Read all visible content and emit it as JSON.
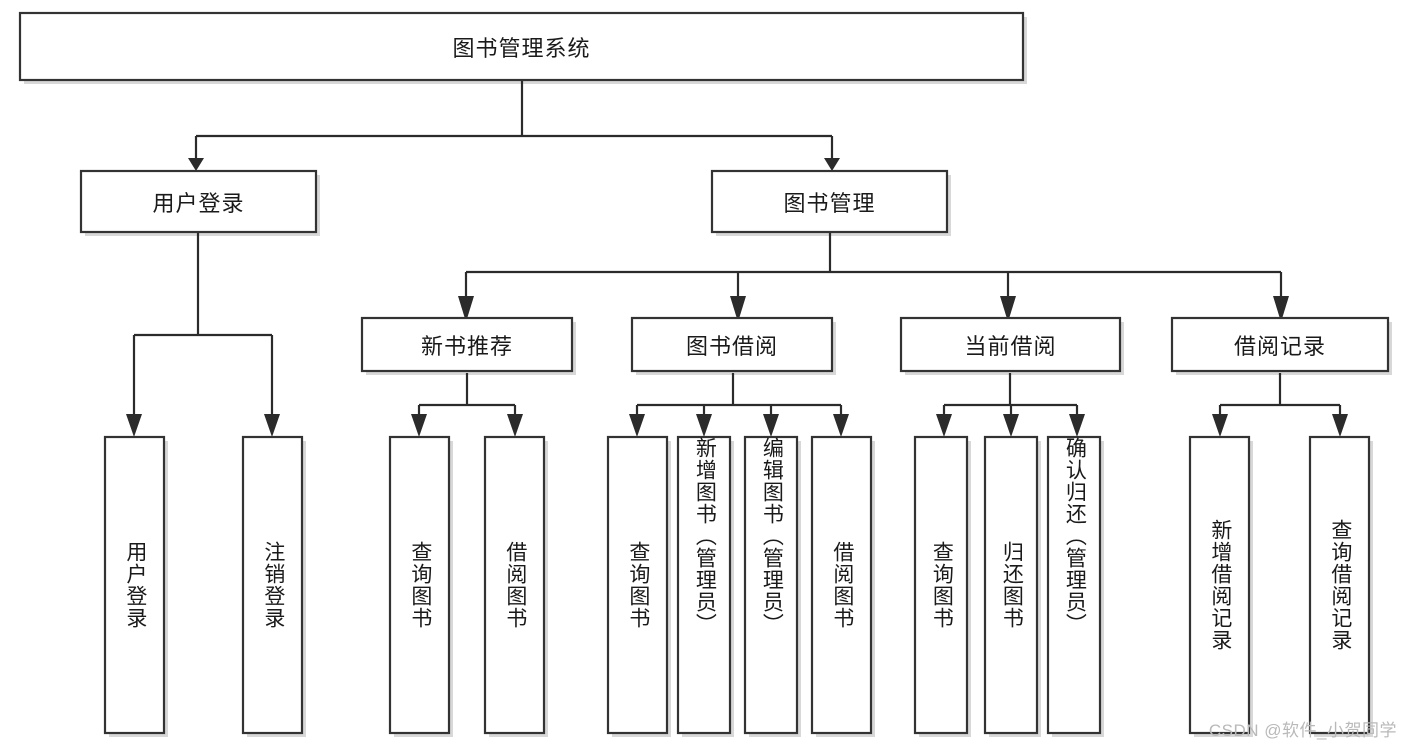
{
  "diagram": {
    "type": "tree-hierarchy",
    "title_node": "图书管理系统",
    "orientation": "top-down",
    "colors": {
      "box_stroke": "#333333",
      "box_fill": "#ffffff",
      "line": "#2b2b2b",
      "text": "#1a1a1a",
      "background": "#ffffff",
      "watermark": "#b9b9b9"
    },
    "levels": {
      "root": {
        "label": "图书管理系统"
      },
      "level2": [
        {
          "label": "用户登录"
        },
        {
          "label": "图书管理"
        }
      ],
      "level3": [
        {
          "label": "新书推荐"
        },
        {
          "label": "图书借阅"
        },
        {
          "label": "当前借阅"
        },
        {
          "label": "借阅记录"
        }
      ],
      "leaves": [
        {
          "label": "用户登录",
          "parent": "用户登录"
        },
        {
          "label": "注销登录",
          "parent": "用户登录"
        },
        {
          "label": "查询图书",
          "parent": "新书推荐"
        },
        {
          "label": "借阅图书",
          "parent": "新书推荐"
        },
        {
          "label": "查询图书",
          "parent": "图书借阅"
        },
        {
          "label": "新增图书（管理员）",
          "parent": "图书借阅"
        },
        {
          "label": "编辑图书（管理员）",
          "parent": "图书借阅"
        },
        {
          "label": "借阅图书",
          "parent": "图书借阅"
        },
        {
          "label": "查询图书",
          "parent": "当前借阅"
        },
        {
          "label": "归还图书",
          "parent": "当前借阅"
        },
        {
          "label": "确认归还（管理员）",
          "parent": "当前借阅"
        },
        {
          "label": "新增借阅记录",
          "parent": "借阅记录"
        },
        {
          "label": "查询借阅记录",
          "parent": "借阅记录"
        }
      ]
    }
  },
  "watermark": {
    "text": "CSDN @软件_小贺同学"
  }
}
